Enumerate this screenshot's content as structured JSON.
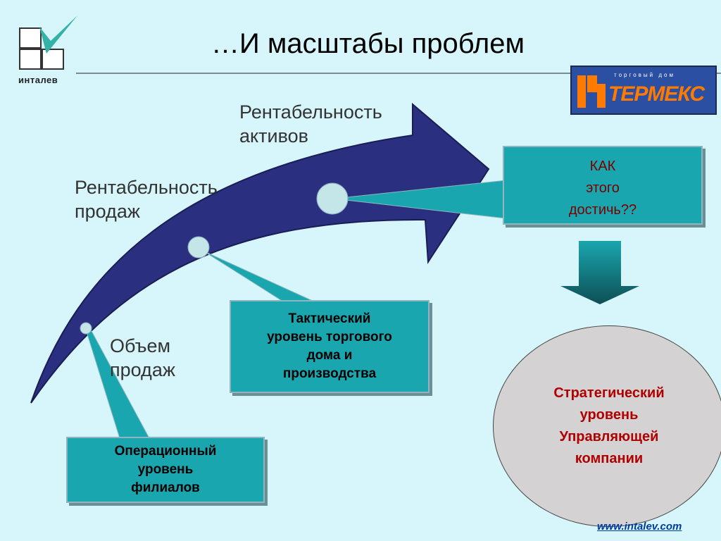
{
  "header": {
    "title": "…И масштабы проблем",
    "logo_text": "инталев",
    "brand_subtitle": "торговый дом",
    "brand_name": "ТЕРМЕКС"
  },
  "arrow_labels": {
    "assets": "Рентабельность\nактивов",
    "sales_profit": "Рентабельность\nпродаж",
    "sales_volume": "Объем\nпродаж"
  },
  "boxes": {
    "how": "КАК\nэтого\nдостичь??",
    "tactical": "Тактический\nуровень торгового\nдома и\nпроизводства",
    "operational": "Операционный\nуровень\nфилиалов"
  },
  "strategic": "Стратегический\nуровень\nУправляющей\nкомпании",
  "footer": {
    "url": "www.intalev.com"
  },
  "colors": {
    "background": "#d6f6fb",
    "arrow": "#2b2f80",
    "box": "#1aa6ae",
    "strategic_text": "#b00000",
    "how_text": "#7a0000"
  }
}
